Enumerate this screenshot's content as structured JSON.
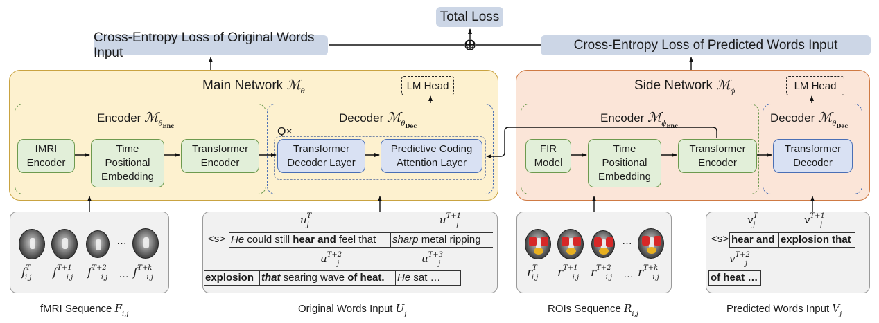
{
  "loss": {
    "total": "Total Loss",
    "original": "Cross-Entropy Loss of Original Words Input",
    "predicted": "Cross-Entropy Loss of Predicted Words Input",
    "combine_symbol": "⊕"
  },
  "main_network": {
    "title": "Main Network",
    "symbol": "ℳ",
    "symbol_sub": "θ",
    "lm_head": "LM Head",
    "encoder": {
      "title": "Encoder",
      "symbol": "ℳ",
      "sub": "θ",
      "subsub": "Enc",
      "blocks": [
        "fMRI\nEncoder",
        "Time\nPositional\nEmbedding",
        "Transformer\nEncoder"
      ]
    },
    "decoder": {
      "title": "Decoder",
      "symbol": "ℳ",
      "sub": "θ",
      "subsub": "Dec",
      "repeat_label": "Q×",
      "blocks": [
        "Transformer\nDecoder Layer",
        "Predictive Coding\nAttention Layer"
      ]
    }
  },
  "side_network": {
    "title": "Side Network",
    "symbol": "ℳ",
    "symbol_sub": "ϕ",
    "lm_head": "LM Head",
    "encoder": {
      "title": "Encoder",
      "symbol": "ℳ",
      "sub": "ϕ",
      "subsub": "Enc",
      "blocks": [
        "FIR\nModel",
        "Time\nPositional\nEmbedding",
        "Transformer\nEncoder"
      ]
    },
    "decoder": {
      "title": "Decoder",
      "symbol": "ℳ",
      "sub": "θ",
      "subsub": "Dec",
      "blocks": [
        "Transformer\nDecoder"
      ]
    }
  },
  "inputs": {
    "fmri": {
      "caption": "fMRI Sequence",
      "caption_symbol": "F",
      "caption_sub": "i,j",
      "frames": [
        {
          "base": "f",
          "sup": "T",
          "sub": "i,j"
        },
        {
          "base": "f",
          "sup": "T+1",
          "sub": "i,j"
        },
        {
          "base": "f",
          "sup": "T+2",
          "sub": "i,j"
        },
        {
          "base": "f",
          "sup": "T+k",
          "sub": "i,j"
        }
      ],
      "ellipsis": "…"
    },
    "original_words": {
      "caption": "Original Words Input",
      "caption_symbol": "U",
      "caption_sub": "j",
      "start_token": "<s>",
      "labels": [
        {
          "base": "u",
          "sup": "T",
          "sub": "j"
        },
        {
          "base": "u",
          "sup": "T+1",
          "sub": "j"
        },
        {
          "base": "u",
          "sup": "T+2",
          "sub": "j"
        },
        {
          "base": "u",
          "sup": "T+3",
          "sub": "j"
        }
      ],
      "line1_seg1": [
        {
          "text": "He",
          "style": "italic"
        },
        {
          "text": " could still ",
          "style": "normal"
        },
        {
          "text": "hear and",
          "style": "bold"
        },
        {
          "text": " feel that",
          "style": "normal"
        }
      ],
      "line1_seg2": [
        {
          "text": "sharp",
          "style": "italic"
        },
        {
          "text": " metal ripping",
          "style": "normal"
        }
      ],
      "line2_seg1": [
        {
          "text": "explosion",
          "style": "bold"
        }
      ],
      "line2_seg2": [
        {
          "text": "that",
          "style": "bolditalic"
        },
        {
          "text": " searing wave ",
          "style": "normal"
        },
        {
          "text": "of heat.",
          "style": "bold"
        }
      ],
      "line2_seg3": [
        {
          "text": "He",
          "style": "italic"
        },
        {
          "text": " sat …",
          "style": "normal"
        }
      ]
    },
    "rois": {
      "caption": "ROIs Sequence",
      "caption_symbol": "R",
      "caption_sub": "i,j",
      "frames": [
        {
          "base": "r",
          "sup": "T",
          "sub": "i,j"
        },
        {
          "base": "r",
          "sup": "T+1",
          "sub": "i,j"
        },
        {
          "base": "r",
          "sup": "T+2",
          "sub": "i,j"
        },
        {
          "base": "r",
          "sup": "T+k",
          "sub": "i,j"
        }
      ],
      "ellipsis": "…",
      "roi_colors": {
        "red": "#d62828",
        "yellow": "#e8b020"
      }
    },
    "predicted_words": {
      "caption": "Predicted Words Input",
      "caption_symbol": "V",
      "caption_sub": "j",
      "start_token": "<s>",
      "labels": [
        {
          "base": "v",
          "sup": "T",
          "sub": "j"
        },
        {
          "base": "v",
          "sup": "T+1",
          "sub": "j"
        },
        {
          "base": "v",
          "sup": "T+2",
          "sub": "j"
        }
      ],
      "tokens": [
        "hear and",
        "explosion that",
        "of heat …"
      ]
    }
  },
  "colors": {
    "loss_fill": "#ccd6e6",
    "main_fill": "#fdf1cf",
    "main_border": "#c9a341",
    "side_fill": "#fbe5d8",
    "side_border": "#cf7a44",
    "encoder_block": "#e2efd9",
    "encoder_border": "#6d9a4f",
    "decoder_block": "#d9e1f3",
    "decoder_border": "#4a6fb5",
    "panel_fill": "#f1f1f1"
  }
}
